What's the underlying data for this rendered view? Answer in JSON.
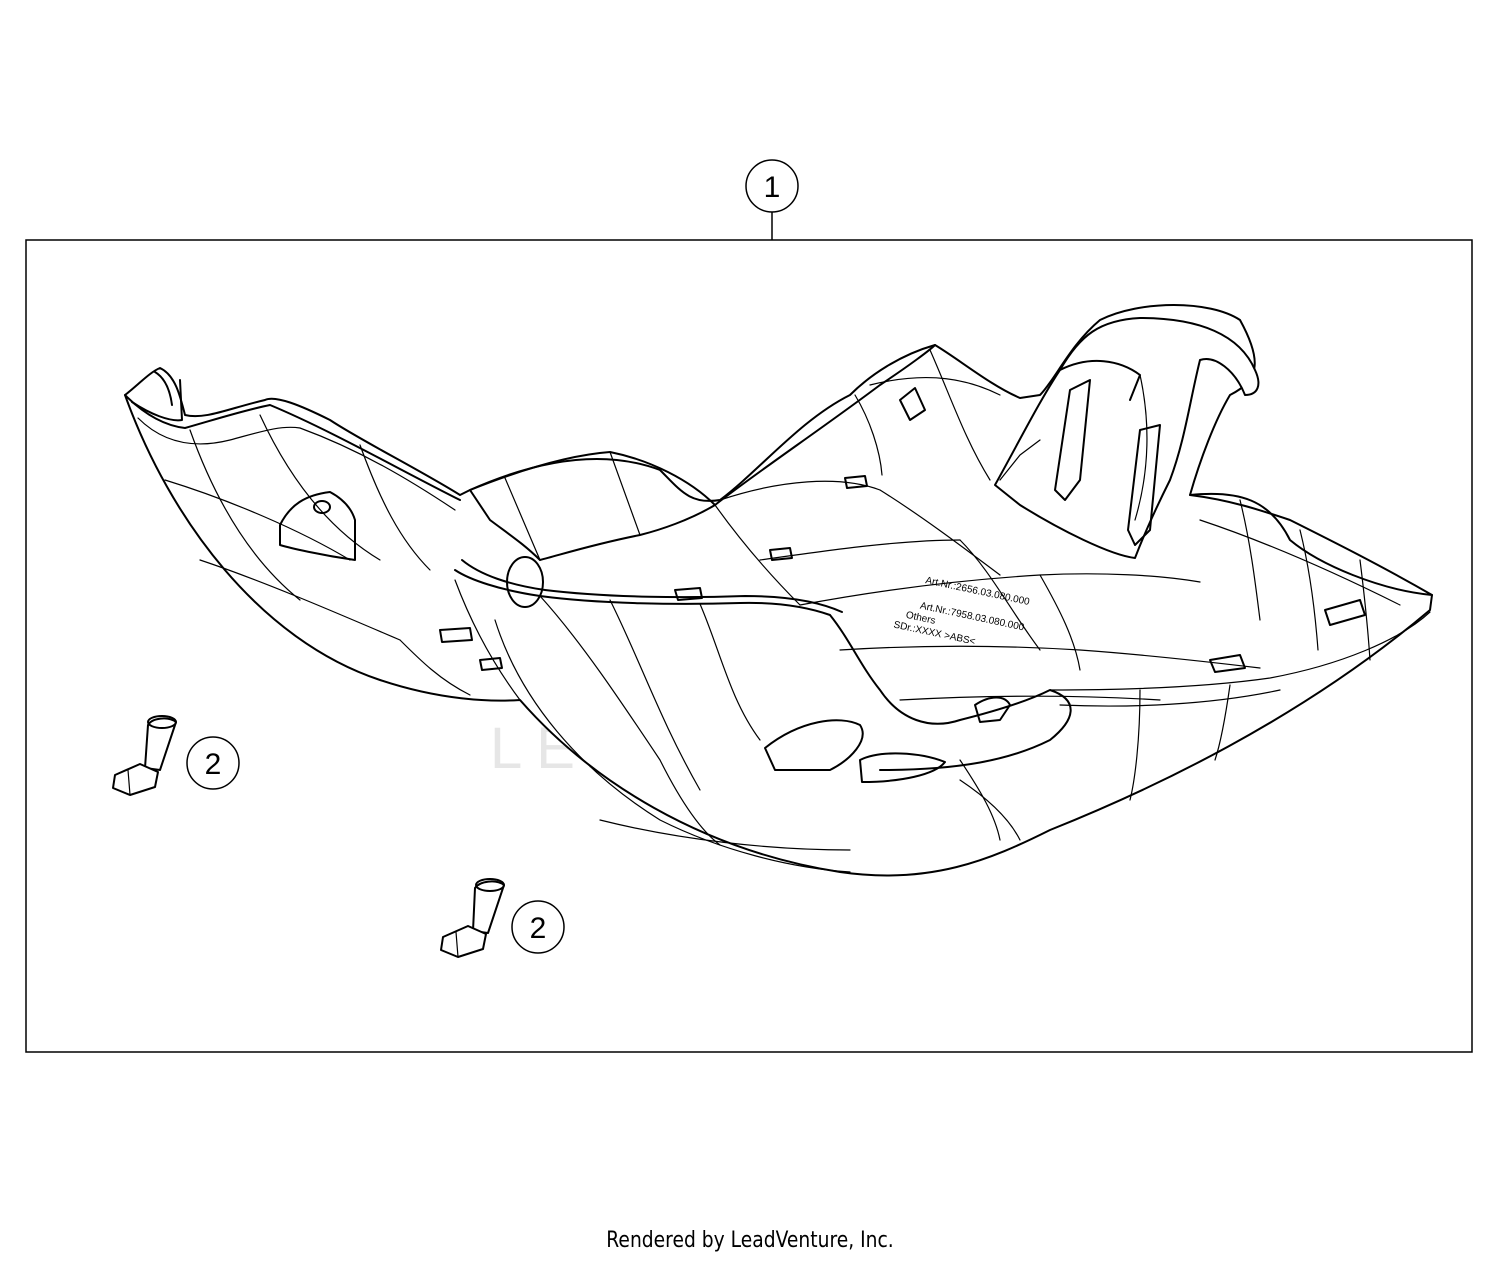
{
  "callouts": {
    "main": "1",
    "bolt_a": "2",
    "bolt_b": "2"
  },
  "watermark": "LEADVENTURE",
  "embossed": {
    "line1": "Art.Nr.:2656.03.080.000",
    "line2": "Art.Nr.:7958.03.080.000",
    "line3": "Others",
    "line4": "SDr.:XXXX  >ABS<"
  },
  "footer": "Rendered by LeadVenture, Inc."
}
